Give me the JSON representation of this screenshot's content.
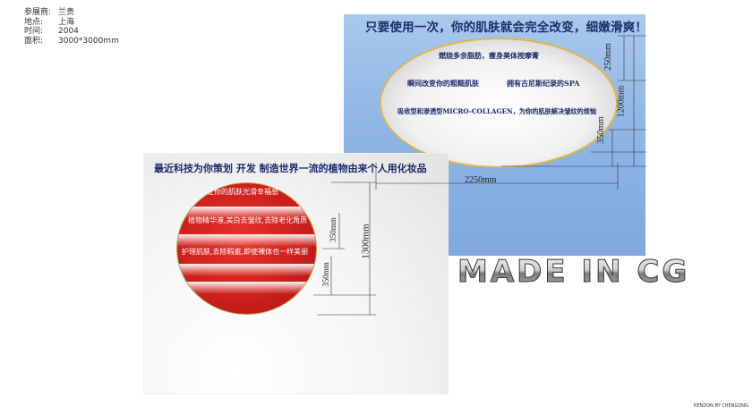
{
  "info": {
    "rows": [
      {
        "key": "参展商:",
        "value": "兰贵"
      },
      {
        "key": "地点:",
        "value": "上海"
      },
      {
        "key": "时间:",
        "value": "2004"
      },
      {
        "key": "面积:",
        "value": "3000*3000mm"
      }
    ]
  },
  "blue_panel": {
    "headline": "只要使用一次，你的肌肤就会完全改变，细嫩滑爽！",
    "lines": [
      "燃烧多余脂肪，瘦身美体按摩膏",
      "瞬间改变你的粗糙肌肤",
      "拥有古尼斯纪录的SPA",
      "吸收型和渗透型MICRO-COLLAGEN，为你的肌肤解决皱纹的烦恼"
    ],
    "dims": {
      "d250": "250mm",
      "d1200": "1200mm",
      "d350": "350mm",
      "width": "2250mm"
    }
  },
  "white_panel": {
    "headline": "最近科技为你策划 开发  制造世界一流的植物由来个人用化妆品",
    "lines": [
      "让你的肌肤光滑幸福感",
      "植物精华液,美白去皱纹,去除老化角质",
      "护理肌肤,去除暇疵,即使裸体也一样美丽"
    ],
    "dims": {
      "d350a": "350mm",
      "d350b": "350mm",
      "d1300": "1300mm"
    }
  },
  "watermark": "MADE IN CG",
  "credit": "RENDON BY CHENGONG",
  "colors": {
    "blue_panel": "#8fb6e6",
    "headline_text": "#1b2f6b",
    "red_circle": "#d0221e",
    "oval_rim": "#e0b64a"
  }
}
